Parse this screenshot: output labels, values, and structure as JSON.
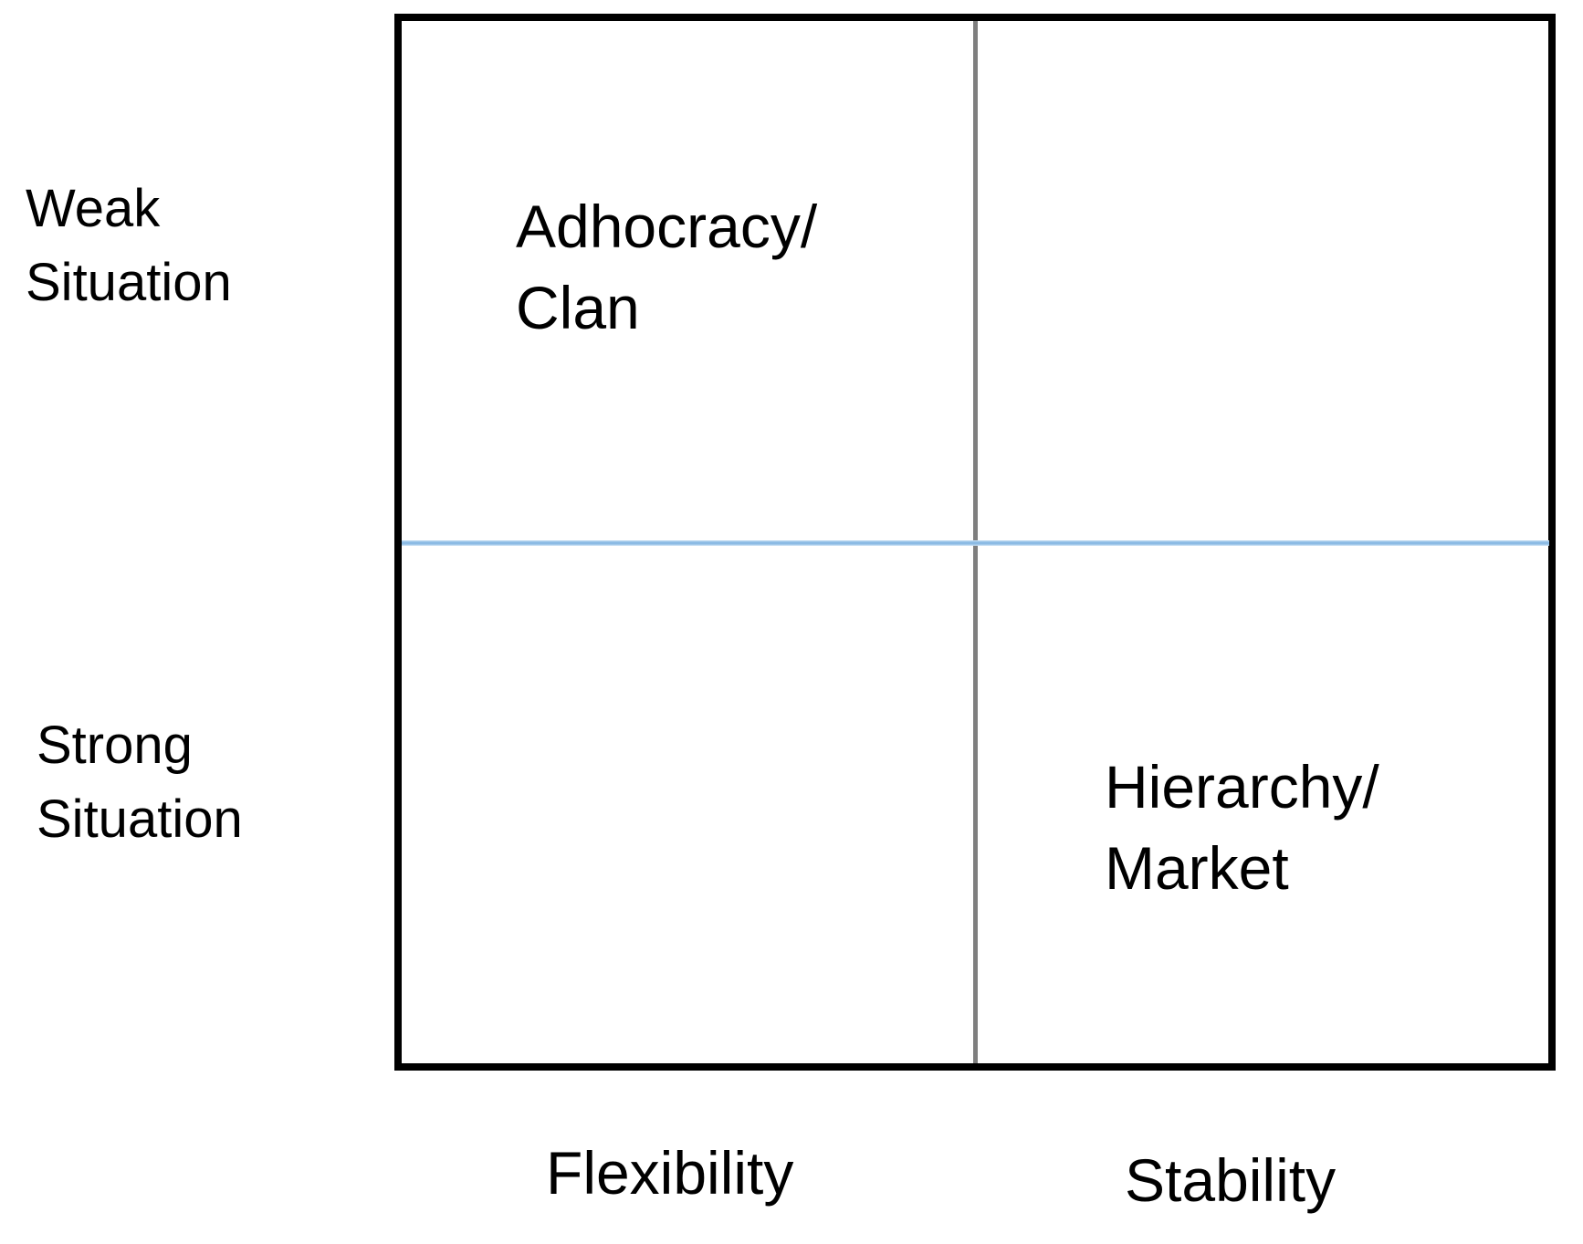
{
  "diagram": {
    "type": "2x2-quadrant-matrix",
    "row_labels": [
      {
        "id": "weak-situation",
        "text": "Weak\nSituation"
      },
      {
        "id": "strong-situation",
        "text": "Strong\nSituation"
      }
    ],
    "column_labels": [
      {
        "id": "flexibility",
        "text": "Flexibility"
      },
      {
        "id": "stability",
        "text": "Stability"
      }
    ],
    "quadrant_labels": [
      {
        "id": "adhocracy-clan",
        "position": "top-left",
        "text": "Adhocracy/\nClan"
      },
      {
        "id": "hierarchy-market",
        "position": "bottom-right",
        "text": "Hierarchy/\nMarket"
      }
    ],
    "colors": {
      "background": "#ffffff",
      "text": "#000000",
      "border": "#000000",
      "vertical_divider": "#7f7f7f",
      "horizontal_divider_core": "#8cbbe4",
      "horizontal_divider_glow": "#cfe4f5"
    }
  }
}
